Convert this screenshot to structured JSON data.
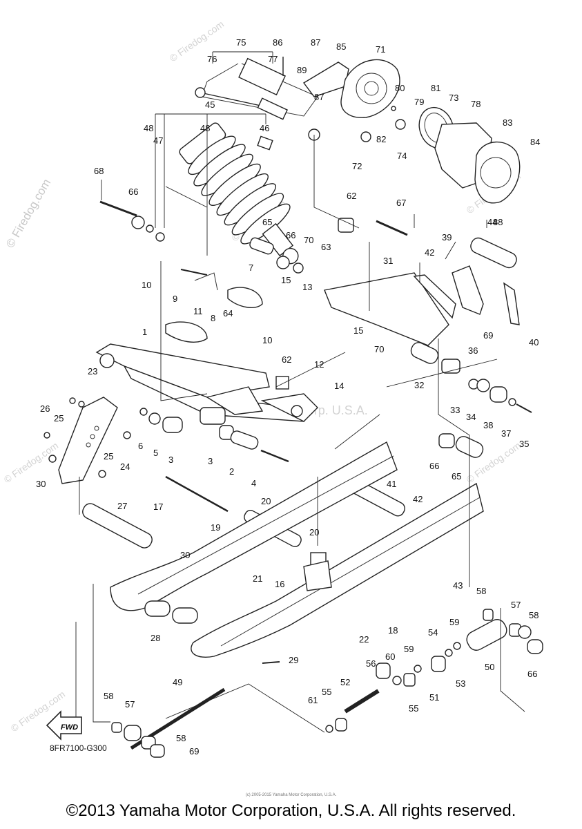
{
  "diagram": {
    "part_code": "8FR7100-G300",
    "fwd_label": "FWD",
    "copyright": "©2013 Yamaha Motor Corporation, U.S.A. All rights reserved.",
    "small_notice": "(c) 2005-2015 Yamaha Motor Corporation, U.S.A.",
    "watermarks": [
      "© Firedog.com",
      "© Firedog.com",
      "© Firedog.com",
      "© Firedog.com",
      "© Firedog.com",
      "© Firedog.com",
      "© Firedog.com"
    ],
    "center_watermark": "Yamaha Motor Corp. U.S.A.",
    "callouts": [
      "75",
      "86",
      "87",
      "85",
      "71",
      "76",
      "77",
      "89",
      "87",
      "80",
      "79",
      "81",
      "73",
      "78",
      "45",
      "82",
      "74",
      "83",
      "84",
      "72",
      "48",
      "48",
      "46",
      "47",
      "68",
      "66",
      "62",
      "67",
      "88",
      "44",
      "65",
      "66",
      "70",
      "63",
      "39",
      "31",
      "42",
      "7",
      "10",
      "15",
      "13",
      "9",
      "11",
      "8",
      "64",
      "10",
      "15",
      "70",
      "69",
      "40",
      "1",
      "62",
      "12",
      "36",
      "32",
      "23",
      "14",
      "26",
      "25",
      "6",
      "33",
      "34",
      "38",
      "37",
      "35",
      "5",
      "3",
      "3",
      "2",
      "25",
      "24",
      "4",
      "66",
      "65",
      "30",
      "17",
      "41",
      "42",
      "27",
      "20",
      "19",
      "20",
      "30",
      "21",
      "16",
      "43",
      "58",
      "57",
      "58",
      "22",
      "18",
      "28",
      "54",
      "59",
      "29",
      "60",
      "59",
      "53",
      "56",
      "50",
      "66",
      "49",
      "52",
      "51",
      "55",
      "61",
      "55",
      "58",
      "57",
      "58",
      "69"
    ]
  }
}
